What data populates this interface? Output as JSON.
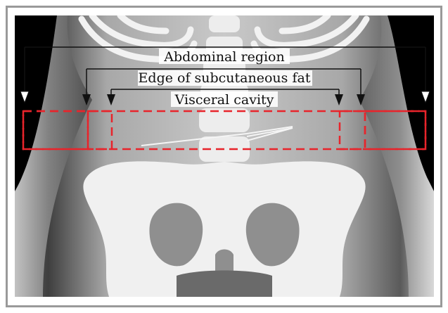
{
  "labels": {
    "abdominal_region": "Abdominal region",
    "subcutaneous_fat_edge": "Edge of subcutaneous fat",
    "visceral_cavity": "Visceral cavity"
  },
  "colors": {
    "roi_box": "#e8242b",
    "arrow": "#111111",
    "background": "#000000",
    "bone": "#f2f2f2"
  }
}
